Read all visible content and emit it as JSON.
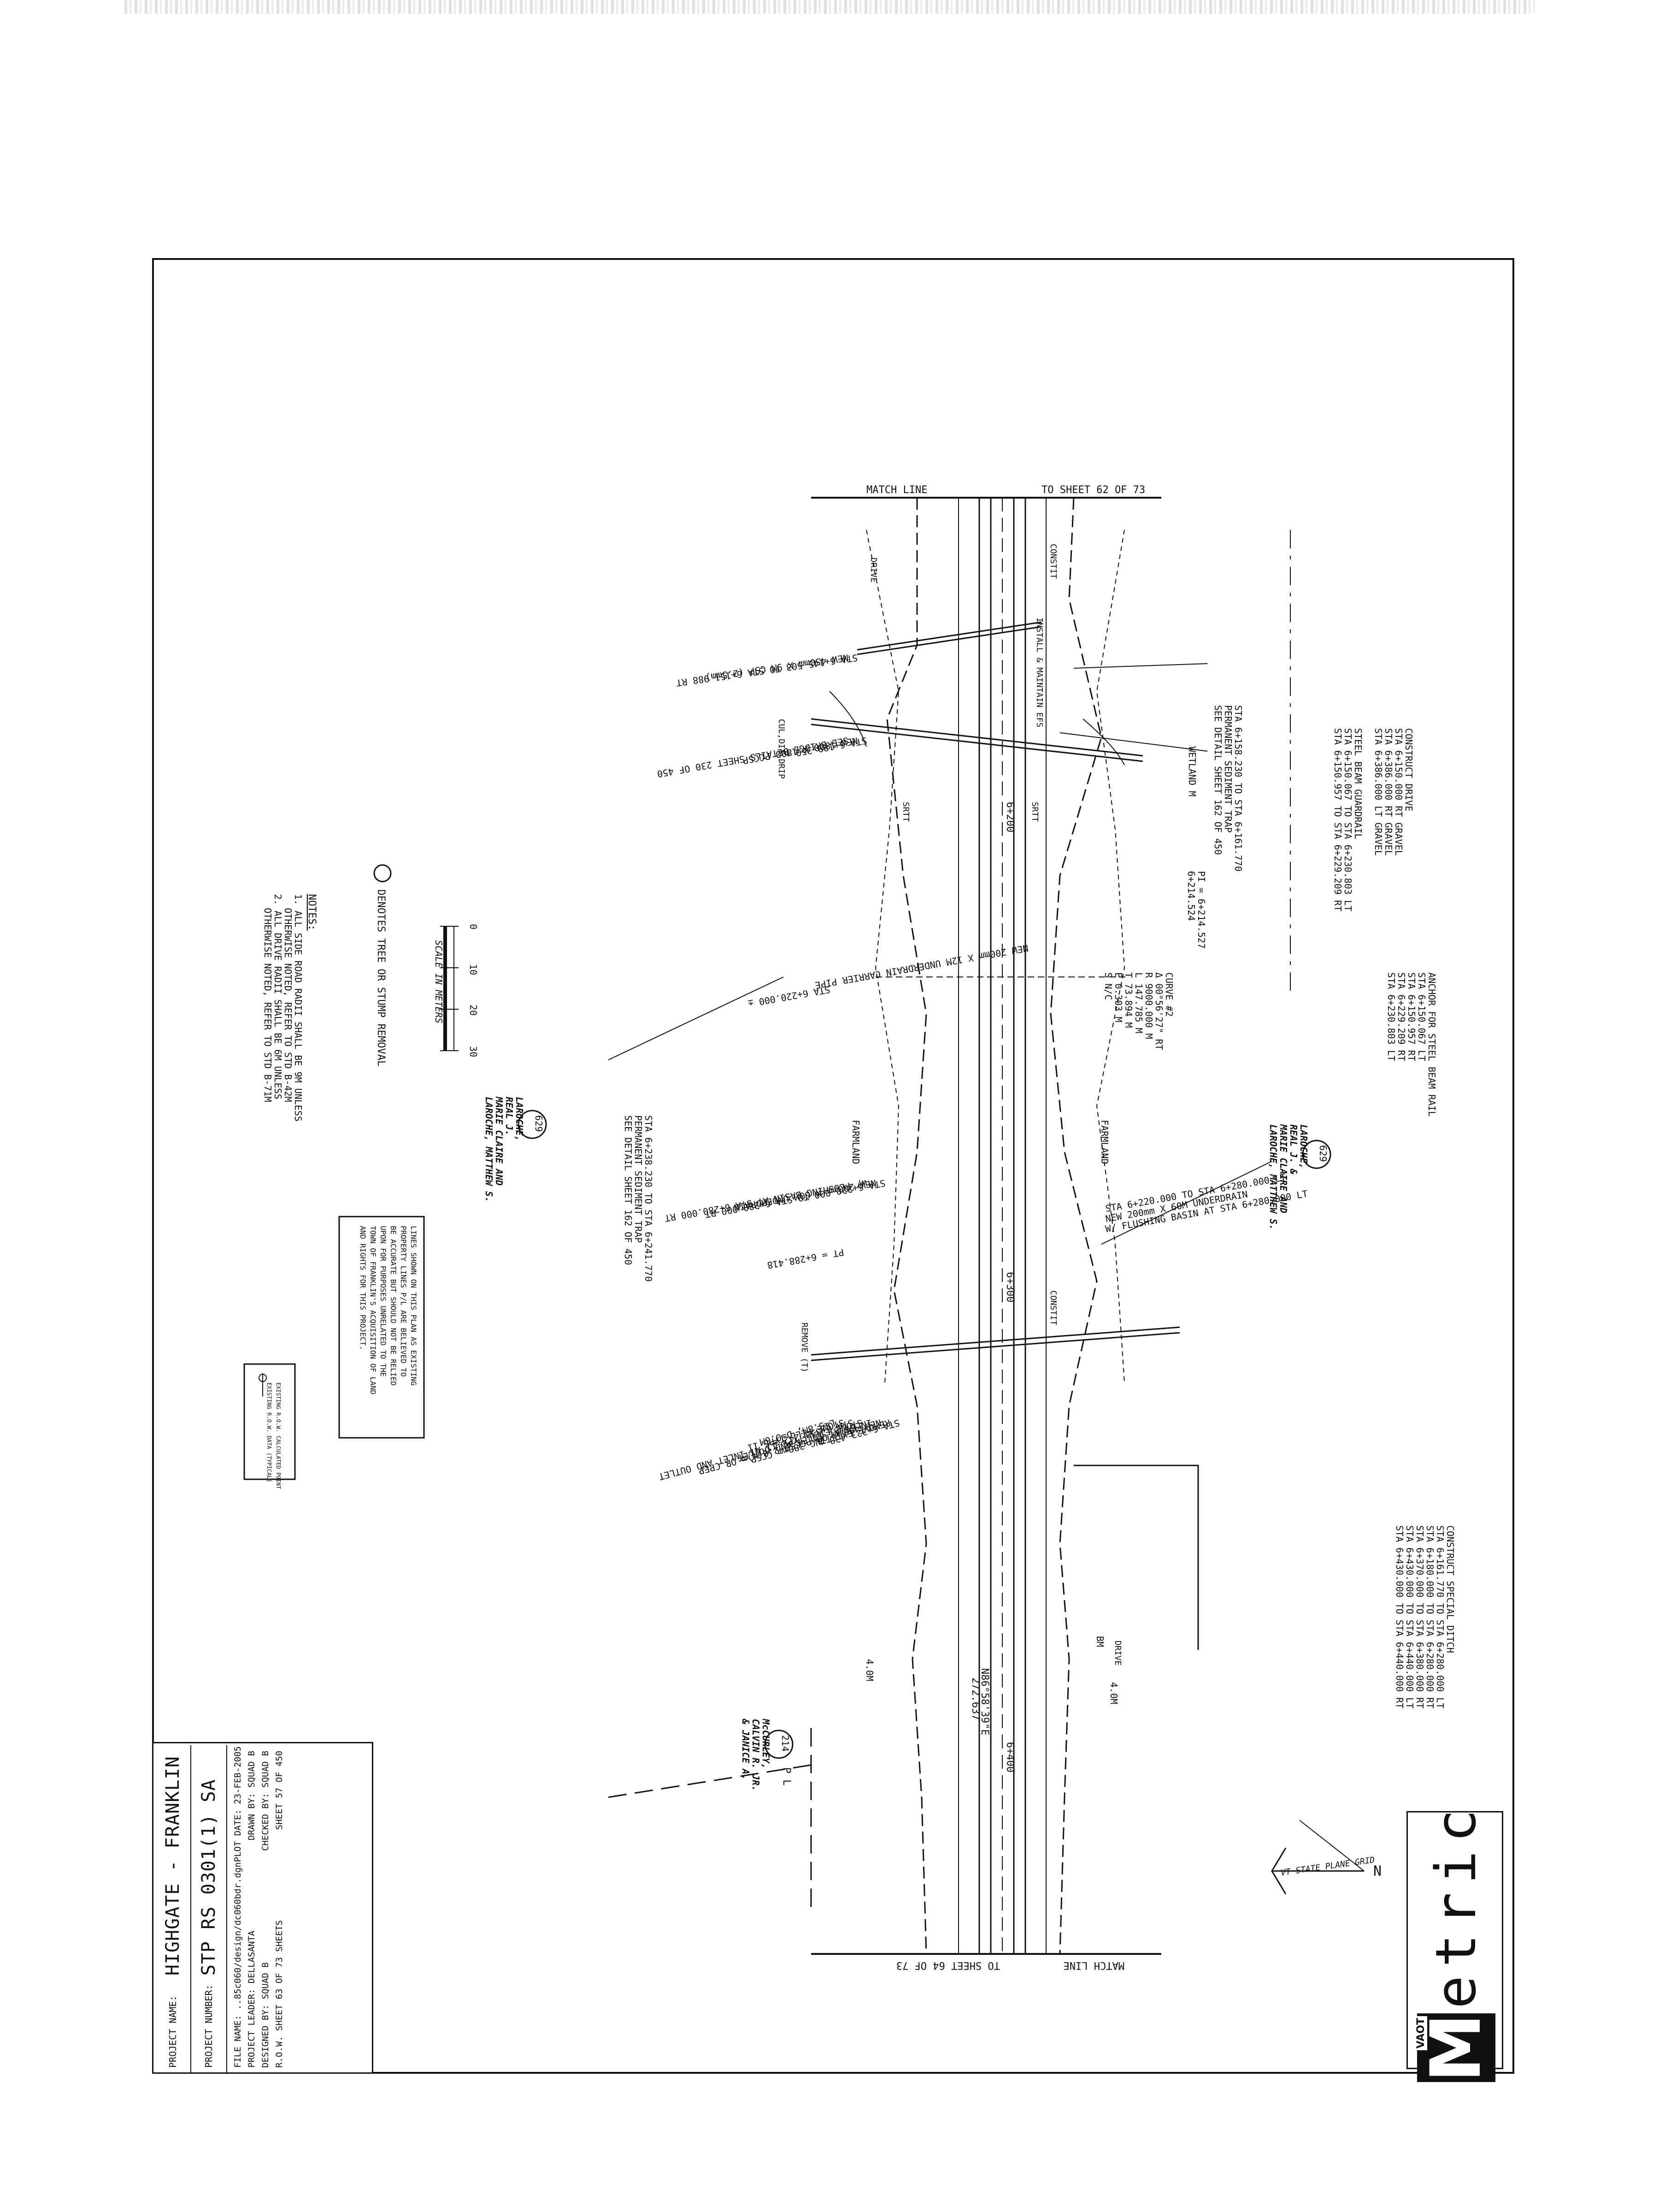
{
  "sheet": {
    "match_line_top": "MATCH LINE",
    "to_sheet_top": "TO SHEET 62 OF 73",
    "match_line_bottom": "MATCH LINE",
    "to_sheet_bottom": "TO SHEET 64 OF 73",
    "grid_label": "VT STATE PLANE GRID",
    "north": "N"
  },
  "notes_top": {
    "construct_drive": [
      "CONSTRUCT DRIVE",
      "STA 6+150.000 RT GRAVEL",
      "STA 6+386.000 RT GRAVEL",
      "STA 6+386.000 LT GRAVEL"
    ],
    "steel_beam": [
      "STEEL BEAM GUARDRAIL",
      "STA 6+150.067 TO STA 6+230.803 LT",
      "STA 6+150.957 TO STA 6+229.209 RT"
    ],
    "anchor": [
      "ANCHOR FOR STEEL BEAM RAIL",
      "STA 6+150.067 LT",
      "STA 6+150.957 RT",
      "STA 6+229.209 RT",
      "STA 6+230.803 LT"
    ],
    "special_ditch": [
      "CONSTRUCT SPECIAL DITCH",
      "STA 6+161.770 TO STA 6+280.000 LT",
      "STA 6+180.000 TO STA 6+280.000 RT",
      "STA 6+370.000 TO STA 6+380.000 RT",
      "STA 6+430.000 TO STA 6+440.000 LT",
      "STA 6+430.000 TO STA 6+440.000 RT"
    ]
  },
  "curve": {
    "lines": [
      "CURVE #2",
      "Δ 00°56'27\" RT",
      "R 9000.000 M",
      "L 147.785 M",
      "T 73.894 M",
      "E 0.303 M",
      "S N/C"
    ]
  },
  "callouts": {
    "pi": [
      "PI = 6+214.527",
      "6+214.524"
    ],
    "sediment_trap_1": [
      "STA 6+158.230 TO STA 6+161.770",
      "PERMANENT SEDIMENT TRAP",
      "SEE DETAIL SHEET 162 OF 450"
    ],
    "wetland": "WETLAND M",
    "bridge": [
      "STA 6+189.350 ±",
      "NEW 1800 X 1800 PCCSP",
      "SEE BRIDGE DETAILS SHEET 230 OF 450"
    ],
    "underdrain_carrier": "NEW 200mm X 12M UNDERDRAIN CARRIER PIPE",
    "sta_220": "STA 6+220.000 ±",
    "underdrain_lt": [
      "STA 6+220.000 TO STA 6+280.000 LT",
      "NEW 200mm X 60M UNDERDRAIN",
      "W/ FLUSHING BASIN AT STA 6+280.000 LT"
    ],
    "sediment_trap_2": [
      "STA 6+238.230 TO STA 6+241.770",
      "PERMANENT SEDIMENT TRAP",
      "SEE DETAIL SHEET 162 OF 450"
    ],
    "underdrain_rt": [
      "STA 6+220.000 TO STA 6+280.000 RT",
      "NEW 200mm X 60M UNDERDRAIN",
      "W/ FLUSHING BASIN AT STA 6+280.000 RT"
    ],
    "pt": "PT = 6+288.418",
    "culvert_top": [
      "STA 6+145.503 TO STA 6+151.988 RT",
      "NEW 450mm X 9M CSP (2.5mm)"
    ],
    "culvert_mid": [
      "STA 6+323.438 ±",
      "REMOVE EXISTING 380mm CCSP",
      "NEW 400mm OR PCCSP 2.0(m)m OR CPEP",
      "INLET AT INLET AND OUTLET",
      "STONE FILL TYPE II AT INLET AND OUTLET",
      "STA 6+353.242 ±",
      "STONE FILL TYPE II",
      "L=3.8M, D=0.6M"
    ],
    "bearing": "N86°58'39\"E",
    "bearing_dist": "272.637"
  },
  "stations": [
    "6+200",
    "6+300",
    "6+400"
  ],
  "labels": {
    "farmland": [
      "FARMLAND",
      "FARMLAND"
    ],
    "constit": "CONSTIT",
    "srtt": "SRTT",
    "install_maintain": "INSTALL & MAINTAIN EFS",
    "drive": "DRIVE",
    "drip": "CUL,DIT DRIP",
    "remove": "REMOVE (T)",
    "bm": "BM",
    "dist_4m": "4.0M",
    "pl": "P L"
  },
  "owners": [
    {
      "num": "629",
      "lines": [
        "LAROCHE,",
        "REAL J.",
        "MARIE CLAIRE AND",
        "LAROCHE, MATTHEW S."
      ]
    },
    {
      "num": "629",
      "lines": [
        "LAROCHE,",
        "REAL J. &",
        "MARIE CLAIRE AND",
        "LAROCHE, MATTHEW S."
      ]
    },
    {
      "num": "214",
      "lines": [
        "McCURLEY,",
        "CALVIN R. JR.",
        "& JANICE A."
      ]
    }
  ],
  "legend": {
    "tree_symbol_text": "DENOTES TREE OR STUMP REMOVAL",
    "scale_ticks": [
      "0",
      "10",
      "20",
      "30"
    ],
    "scale_title": "SCALE IN METERS",
    "notes_title": "NOTES:",
    "notes": [
      "1. ALL SIDE ROAD RADII SHALL BE 9M UNLESS",
      "OTHERWISE NOTED, REFER TO STD B-42M",
      "2. ALL DRIVE RADII SHALL BE 6M UNLESS",
      "OTHERWISE NOTED, REFER TO STD B-71M"
    ],
    "property_box": [
      "LINES SHOWN ON THIS PLAN AS EXISTING",
      "PROPERTY LINES P/L ARE BELIEVED TO",
      "BE ACCURATE BUT SHOULD NOT BE RELIED",
      "UPON FOR PURPOSES UNRELATED TO THE",
      "TOWN OF FRANKLIN'S ACQUISITION OF LAND",
      "AND RIGHTS FOR THIS PROJECT."
    ],
    "row_legend": [
      "EXISTING R.O.W. CALCULATED POINT",
      "EXISTING R.O.W. DATA (TYPICAL)"
    ]
  },
  "title_block": {
    "project_name_label": "PROJECT NAME:",
    "project_name": "HIGHGATE - FRANKLIN",
    "project_number_label": "PROJECT NUMBER:",
    "project_number": "STP RS 0301(1) SA",
    "file_name": "FILE NAME: ..85c060/design/dc060bdr.dgn",
    "plot_date": "PLOT DATE: 23-FEB-2005",
    "project_leader": "PROJECT LEADER: DELLASANTA",
    "drawn_by": "DRAWN BY: SQUAD B",
    "designed_by": "DESIGNED BY: SQUAD B",
    "checked_by": "CHECKED BY: SQUAD B",
    "row_sheet": "R.O.W. SHEET 63 OF 73 SHEETS",
    "sheet_of": "SHEET 57 OF 450"
  },
  "logo": {
    "mark": "M",
    "small": "VAOT",
    "word": "etric"
  }
}
